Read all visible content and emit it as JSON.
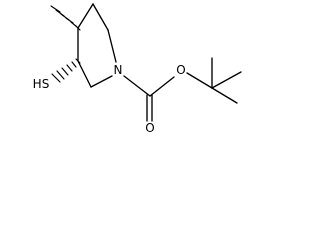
{
  "molecule": {
    "atom_labels": {
      "nitrogen": "N",
      "ester_oxygen": "O",
      "carbonyl_oxygen": "O",
      "thiol": "HS"
    },
    "stereo_bonds": [
      {
        "from": "C4",
        "to": "CH3",
        "type": "hashed"
      },
      {
        "from": "C3",
        "to": "SH",
        "type": "hashed"
      }
    ]
  }
}
